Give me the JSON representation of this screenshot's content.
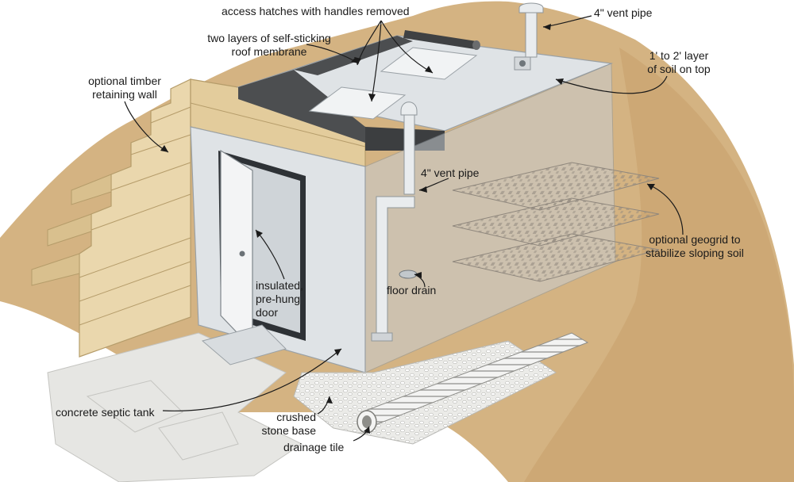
{
  "colors": {
    "soil": "#d4b382",
    "soil_shadow": "#b8925f",
    "timber": "#ead7ad",
    "timber_shadow": "#c9b283",
    "tank": "#dfe3e6",
    "tank_shadow": "#c3c9ce",
    "membrane": "#4c4e50",
    "gravel": "#e8e8e6",
    "geogrid": "#a9a29a",
    "pipe": "#e9ecee",
    "stone_floor": "#e6e6e3"
  },
  "labels": {
    "access_hatches": "access hatches with handles removed",
    "membrane_line1": "two layers of self-sticking",
    "membrane_line2": "roof membrane",
    "vent_pipe_top": "4\" vent pipe",
    "soil_layer_line1": "1' to 2' layer",
    "soil_layer_line2": "of soil on top",
    "timber_wall_line1": "optional timber",
    "timber_wall_line2": "retaining wall",
    "vent_pipe_mid": "4\" vent pipe",
    "geogrid_line1": "optional geogrid to",
    "geogrid_line2": "stabilize sloping soil",
    "door_line1": "insulated,",
    "door_line2": "pre-hung",
    "door_line3": "door",
    "floor_drain": "floor drain",
    "septic_tank": "concrete septic tank",
    "stone_base_line1": "crushed",
    "stone_base_line2": "stone base",
    "drainage_tile": "drainage tile"
  }
}
